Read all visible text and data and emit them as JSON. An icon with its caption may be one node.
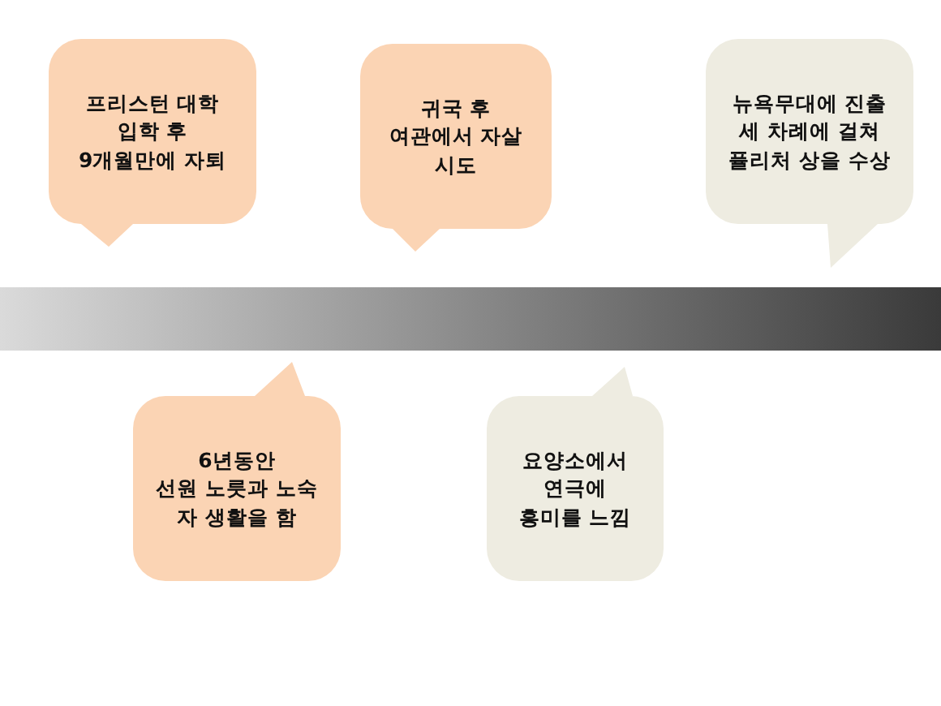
{
  "diagram": {
    "nodes": [
      {
        "text": [
          "프리스턴 대학 입학 후 9개월만에 자퇴"
        ]
      },
      {
        "text": [
          "귀국 후 여관에서 자살 시도"
        ]
      },
      {
        "text": [
          "뉴욕무대에 진출 세 차례에 걸쳐 퓰리처 상을 수상"
        ]
      },
      {
        "text": [],
        "shape": "bar"
      },
      {
        "text": [
          "6년동안 선원 노릇과 노숙 자 생활을 함"
        ]
      },
      {
        "text": [
          "요양소에서 연극에 흥미를 느낌"
        ]
      }
    ]
  }
}
